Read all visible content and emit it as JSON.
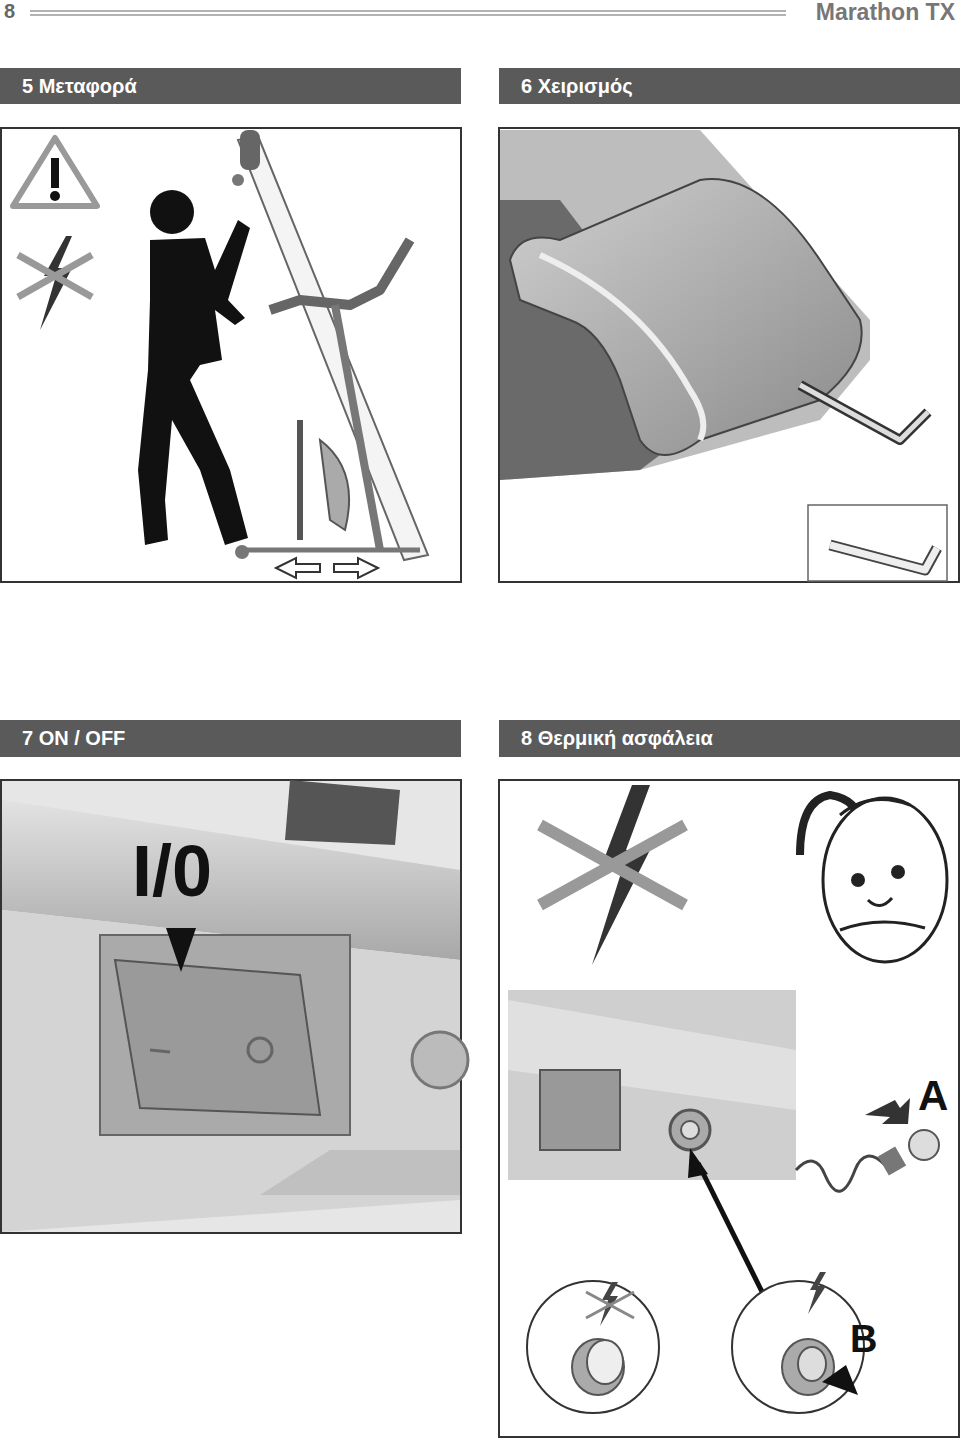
{
  "diagram": {
    "nodes": [
      {
        "text": [
          "5 Μεταφορά"
        ]
      },
      {
        "text": [
          "6 Χειρισμός"
        ]
      },
      {
        "text": [
          "7 ON / OFF"
        ]
      },
      {
        "text": [
          "8 Θερμική ασφάλεια"
        ]
      }
    ],
    "labels": [
      "8",
      "Marathon TX",
      "I/0",
      "A",
      "B"
    ]
  }
}
